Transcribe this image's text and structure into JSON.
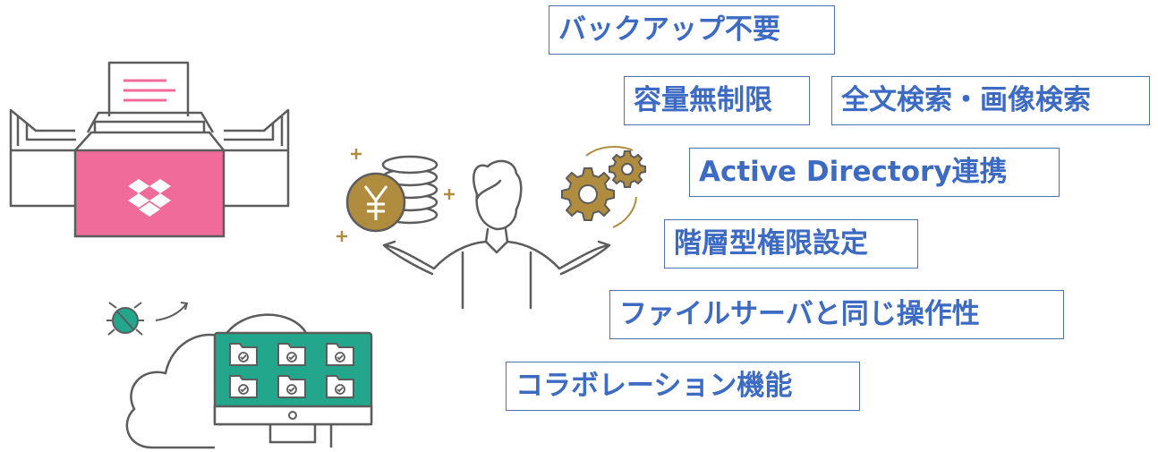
{
  "features": [
    "バックアップ不要",
    "容量無制限",
    "全文検索・画像検索",
    "Active Directory連携",
    "階層型権限設定",
    "ファイルサーバと同じ操作性",
    "コラボレーション機能"
  ],
  "icons": {
    "cabinet": "file-cabinet-dropbox-icon",
    "person": "person-balancing-icon",
    "yen": "yen-coin-icon",
    "gears": "gears-icon",
    "cloud": "cloud-monitor-icon",
    "bug": "bug-icon"
  },
  "colors": {
    "text": "#3d6bc4",
    "border": "#4f6fb0",
    "pink": "#f06b99",
    "teal": "#22a68c",
    "gold": "#b08c3f",
    "line": "#5c5c5c"
  }
}
